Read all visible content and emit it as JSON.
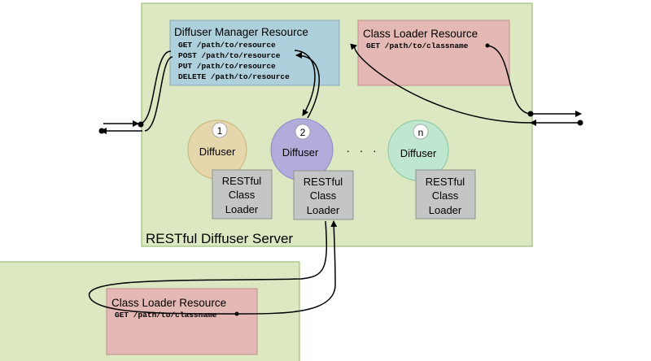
{
  "server": {
    "label": "RESTful Diffuser Server",
    "fill": "#dbe8c1",
    "stroke": "#9fbf7a"
  },
  "manager": {
    "title": "Diffuser Manager Resource",
    "routes": [
      "GET /path/to/resource",
      "POST /path/to/resource",
      "PUT /path/to/resource",
      "DELETE /path/to/resource"
    ],
    "fill": "#aecfdc"
  },
  "class_loader_top": {
    "title": "Class Loader Resource",
    "route": "GET /path/to/classname",
    "fill": "#e4b8b4"
  },
  "class_loader_bottom": {
    "title": "Class Loader Resource",
    "route": "GET /path/to/classname",
    "fill": "#e4b8b4"
  },
  "diffusers": [
    {
      "number": "1",
      "label": "Diffuser",
      "fill": "#e6d6ab"
    },
    {
      "number": "2",
      "label": "Diffuser",
      "fill": "#b3acdb"
    },
    {
      "number": "n",
      "label": "Diffuser",
      "fill": "#bfe6cf"
    }
  ],
  "ellipsis": "·   ·   ·",
  "loader_boxes": [
    {
      "lines": [
        "RESTful",
        "Class",
        "Loader"
      ]
    },
    {
      "lines": [
        "RESTful",
        "Class",
        "Loader"
      ]
    },
    {
      "lines": [
        "RESTful",
        "Class",
        "Loader"
      ]
    }
  ],
  "colors": {
    "loader_fill": "#c4c6c5",
    "line": "#000000"
  }
}
